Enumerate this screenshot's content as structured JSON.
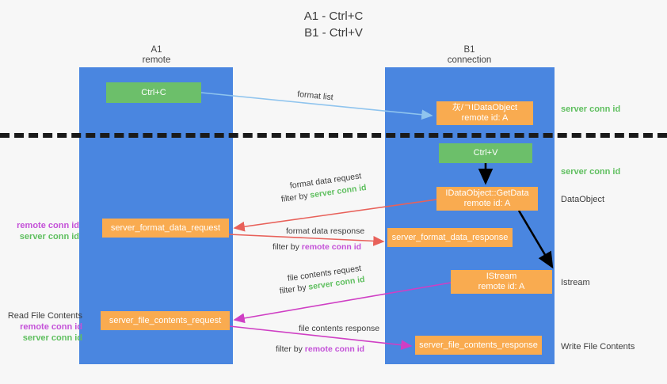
{
  "title": {
    "line1": "A1 - Ctrl+C",
    "line2": "B1 - Ctrl+V"
  },
  "lanes": [
    {
      "name": "A1",
      "sub": "remote",
      "color": "#4a86e0"
    },
    {
      "name": "B1",
      "sub": "connection",
      "color": "#4a86e0"
    }
  ],
  "colors": {
    "lane": "#4a86e0",
    "green_box": "#6cbf6a",
    "orange_box": "#f9ab50",
    "server_conn_id": "#5fbf5f",
    "remote_conn_id": "#c451d8",
    "red_arrow": "#e8615a",
    "magenta_arrow": "#cf3fc4",
    "light_blue_arrow": "#8fc4ee",
    "black_arrow": "#000000",
    "background": "#f7f7f7"
  },
  "boxes": {
    "ctrl_c": "Ctrl+C",
    "ctrl_v": "Ctrl+V",
    "idataobject_line1": "灰/ㄱIDataObject",
    "idataobject_line2": "remote id: A",
    "getdata_line1": "IDataObject::GetData",
    "getdata_line2": "remote id: A",
    "istream_line1": "IStream",
    "istream_line2": "remote id: A",
    "server_format_data_request": "server_format_data_request",
    "server_format_data_response": "server_format_data_response",
    "server_file_contents_request": "server_file_contents_request",
    "server_file_contents_response": "server_file_contents_response"
  },
  "right_labels": {
    "server_conn_id_top": "server conn id",
    "server_conn_id_mid": "server conn id",
    "dataobject": "DataObject",
    "istream": "Istream",
    "write_file_contents": "Write File Contents"
  },
  "left_labels": {
    "remote_conn_id_1": "remote conn id",
    "server_conn_id_1": "server conn id",
    "read_file_contents": "Read File Contents",
    "remote_conn_id_2": "remote conn id",
    "server_conn_id_2": "server conn id"
  },
  "arrow_labels": {
    "format_list": "format list",
    "format_data_request": "format data request",
    "format_data_request_filter_prefix": "filter by ",
    "format_data_request_filter_value": "server conn id",
    "format_data_response": "format data response",
    "format_data_response_filter_prefix": "filter by ",
    "format_data_response_filter_value": "remote conn id",
    "file_contents_request": "file contents request",
    "file_contents_request_filter_prefix": "filter by ",
    "file_contents_request_filter_value": "server conn id",
    "file_contents_response": "file contents response",
    "file_contents_response_filter_prefix": "filter by ",
    "file_contents_response_filter_value": "remote conn id"
  }
}
